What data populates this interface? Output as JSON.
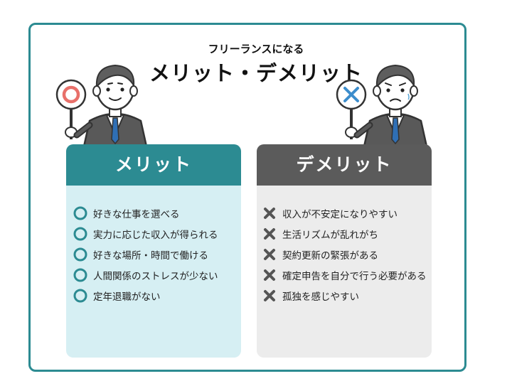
{
  "header": {
    "subtitle": "フリーランスになる",
    "title": "メリット・デメリット"
  },
  "merit": {
    "heading": "メリット",
    "items": [
      "好きな仕事を選べる",
      "実力に応じた収入が得られる",
      "好きな場所・時間で働ける",
      "人間関係のストレスが少ない",
      "定年退職がない"
    ]
  },
  "demerit": {
    "heading": "デメリット",
    "items": [
      "収入が不安定になりやすい",
      "生活リズムが乱れがち",
      "契約更新の緊張がある",
      "確定申告を自分で行う必要がある",
      "孤独を感じやすい"
    ]
  },
  "colors": {
    "frame": "#2c8b92",
    "merit_header": "#2c8b92",
    "merit_body": "#d6eff3",
    "demerit_header": "#5b5b5b",
    "demerit_body": "#ececec",
    "circle_sign": "#e8706a",
    "cross_sign": "#3c8dcc"
  },
  "icons": {
    "merit_bullet": "circle-outline-icon",
    "demerit_bullet": "cross-icon",
    "left_sign": "circle-sign-icon",
    "right_sign": "cross-sign-icon"
  }
}
